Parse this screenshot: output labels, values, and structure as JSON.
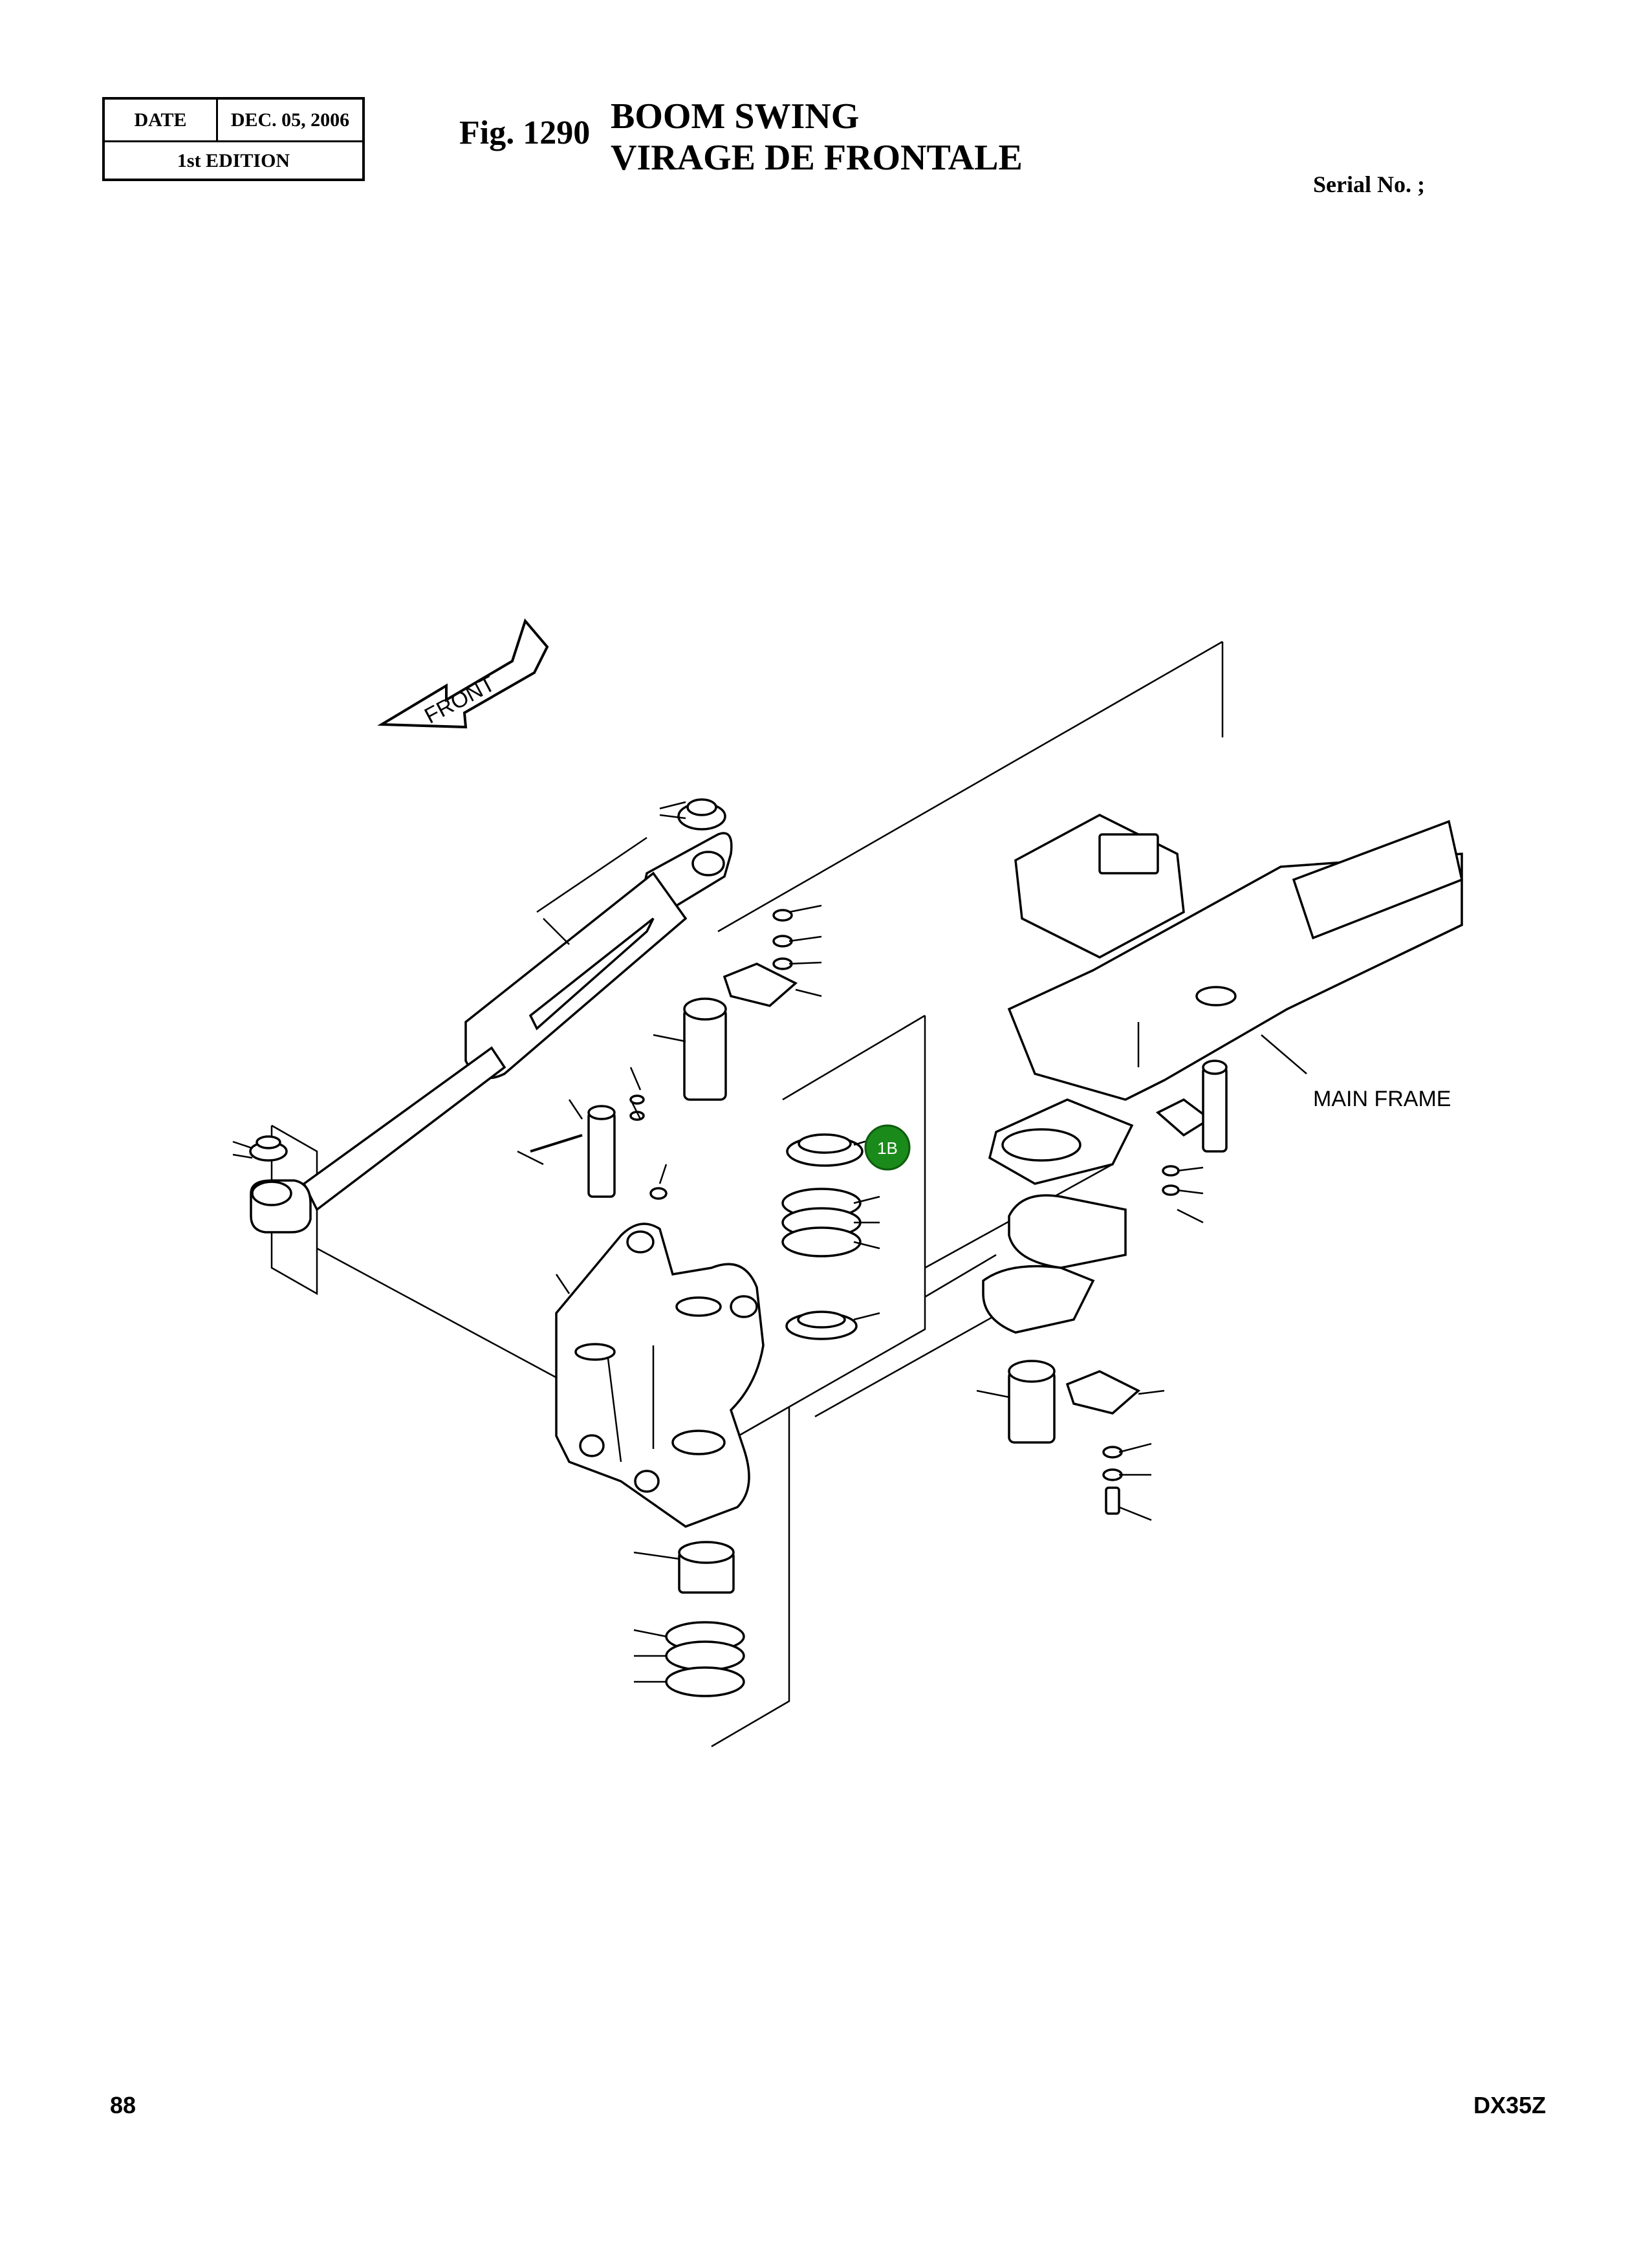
{
  "header": {
    "date_label": "DATE",
    "date_value": "DEC. 05, 2006",
    "edition": "1st EDITION",
    "figure_number": "Fig. 1290",
    "title_en": "BOOM  SWING",
    "title_fr": "VIRAGE  DE  FRONTALE",
    "serial": "Serial No. ;"
  },
  "diagram": {
    "front_arrow_label": "FRONT",
    "main_frame_label": "MAIN FRAME",
    "callout_label": "1B",
    "callout_color": "#1a8a1a"
  },
  "footer": {
    "page_number": "88",
    "model": "DX35Z"
  }
}
